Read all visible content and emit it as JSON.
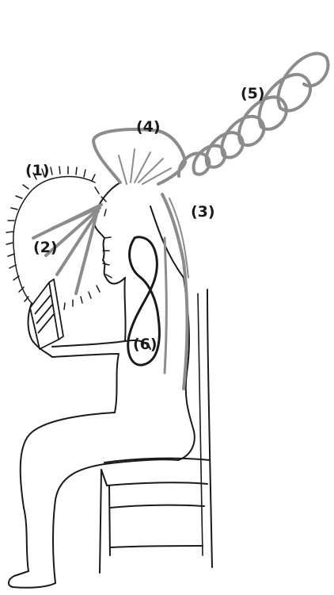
{
  "labels": {
    "l1": "(1)",
    "l2": "(2)",
    "l3": "(3)",
    "l4": "(4)",
    "l5": "(5)",
    "l6": "(6)"
  },
  "colors": {
    "ink": "#1a1a1a",
    "highlight": "#8c8c8c"
  }
}
